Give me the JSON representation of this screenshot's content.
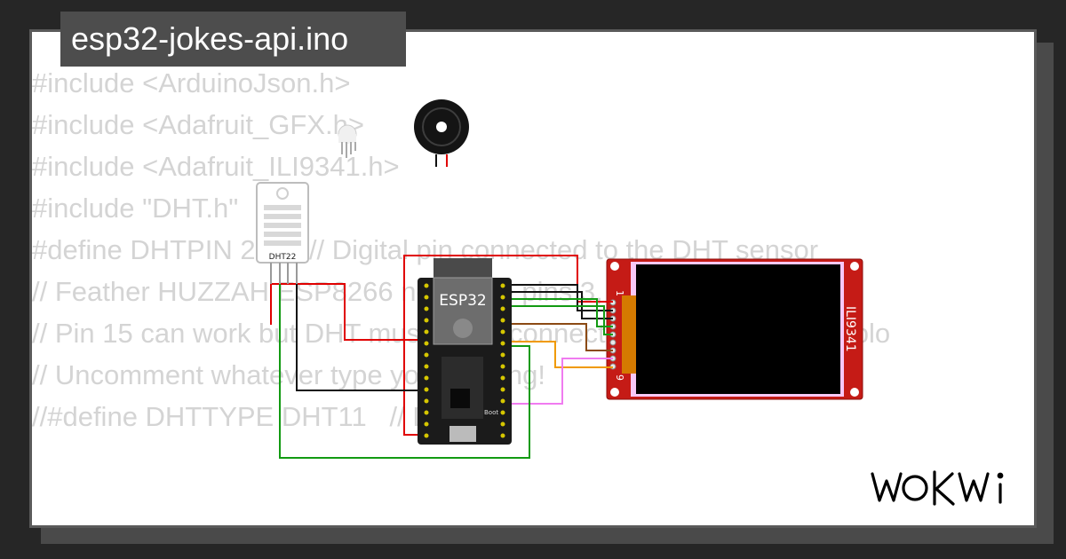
{
  "project": {
    "filename": "esp32-jokes-api.ino"
  },
  "code_lines": [
    "#include <ArduinoJson.h>",
    "#include <Adafruit_GFX.h>",
    "#include <Adafruit_ILI9341.h>",
    "#include \"DHT.h\"",
    "",
    "#define DHTPIN 22     // Digital pin connected to the DHT sensor",
    "// Feather HUZZAH ESP8266 note: use pins 3, 4, 5, 12, 13 or 14 --",
    "// Pin 15 can work but DHT must be disconnected during program uplo",
    "",
    "// Uncomment whatever type you're using!",
    "//#define DHTTYPE DHT11   // DHT 11"
  ],
  "components": {
    "dht_label": "DHT22",
    "esp32_label": "ESP32",
    "esp32_boot_label": "Boot",
    "display_label": "ILI9341",
    "display_pin_first": "1",
    "display_pin_last": "9"
  },
  "brand": {
    "name": "WOKWi"
  },
  "colors": {
    "background": "#262626",
    "card": "#ffffff",
    "code_text": "#d4d4d4",
    "title_tab": "#4d4d4d",
    "pcb_red": "#c51b16",
    "board_dark": "#1b1b1b",
    "wire_red": "#e00000",
    "wire_black": "#111111",
    "wire_green": "#129a12",
    "wire_orange": "#f09a00",
    "wire_pink": "#f07bf0",
    "wire_brown": "#8b4a14"
  }
}
